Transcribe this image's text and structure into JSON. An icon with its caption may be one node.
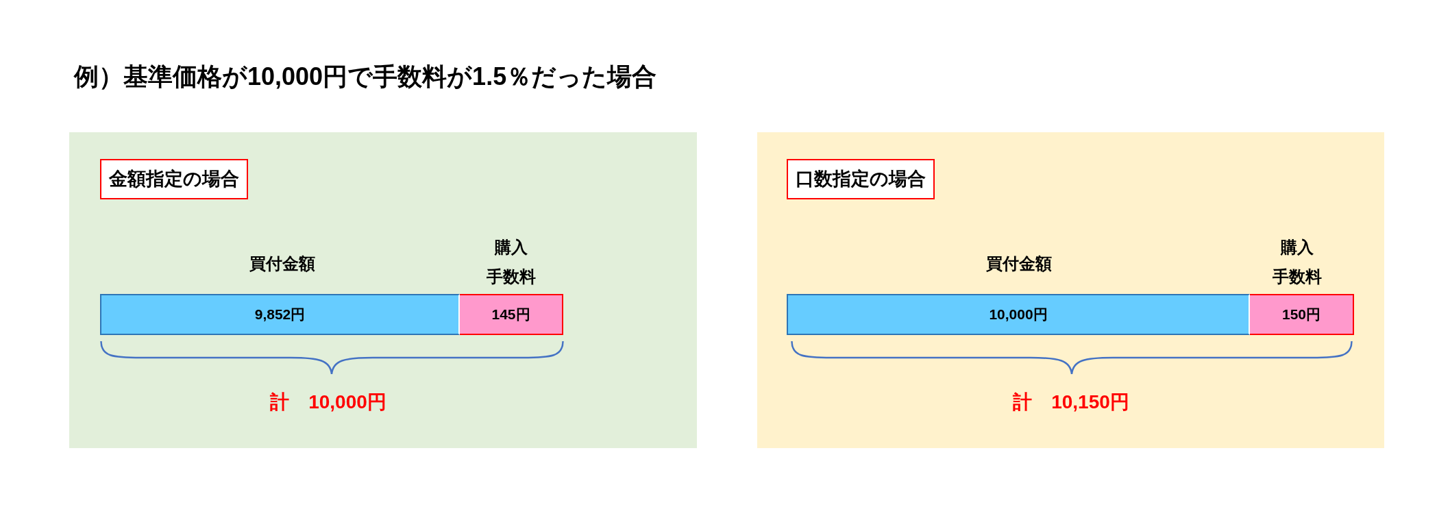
{
  "diagram": {
    "title": "例）基準価格が10,000円で手数料が1.5％だった場合",
    "nodes": [
      {
        "text": [],
        "shape": "box"
      },
      {
        "text": [
          "金額指定の場合"
        ],
        "in": 0
      },
      {
        "text": [
          "9,852円"
        ],
        "in": 0,
        "beside": [
          "買付金額"
        ]
      },
      {
        "text": [
          "145円"
        ],
        "in": 0,
        "beside": [
          "購入手数料"
        ]
      },
      {
        "text": [],
        "shape": "box"
      },
      {
        "text": [
          "口数指定の場合"
        ],
        "in": 4
      },
      {
        "text": [
          "10,000円"
        ],
        "in": 4,
        "beside": [
          "買付金額"
        ]
      },
      {
        "text": [
          "150円"
        ],
        "in": 4,
        "beside": [
          "購入手数料"
        ]
      }
    ],
    "labels": [
      "計　10,000円",
      "計　10,150円"
    ]
  }
}
